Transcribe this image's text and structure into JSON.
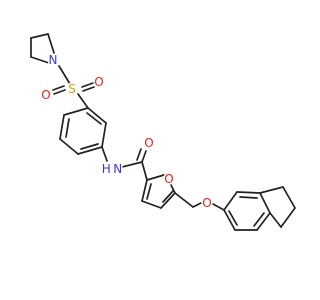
{
  "colors": {
    "bond": "#222222",
    "nitrogen": "#3a3ad8",
    "oxygen": "#e8201c",
    "sulfur": "#c8a400"
  },
  "atoms": {
    "pyrrolidine_n": "N",
    "sulfonyl_s": "S",
    "sulfonyl_o1": "O",
    "sulfonyl_o2": "O",
    "amide_nh": "H N",
    "amide_o": "O",
    "furan_o": "O",
    "ether_o": "O"
  }
}
